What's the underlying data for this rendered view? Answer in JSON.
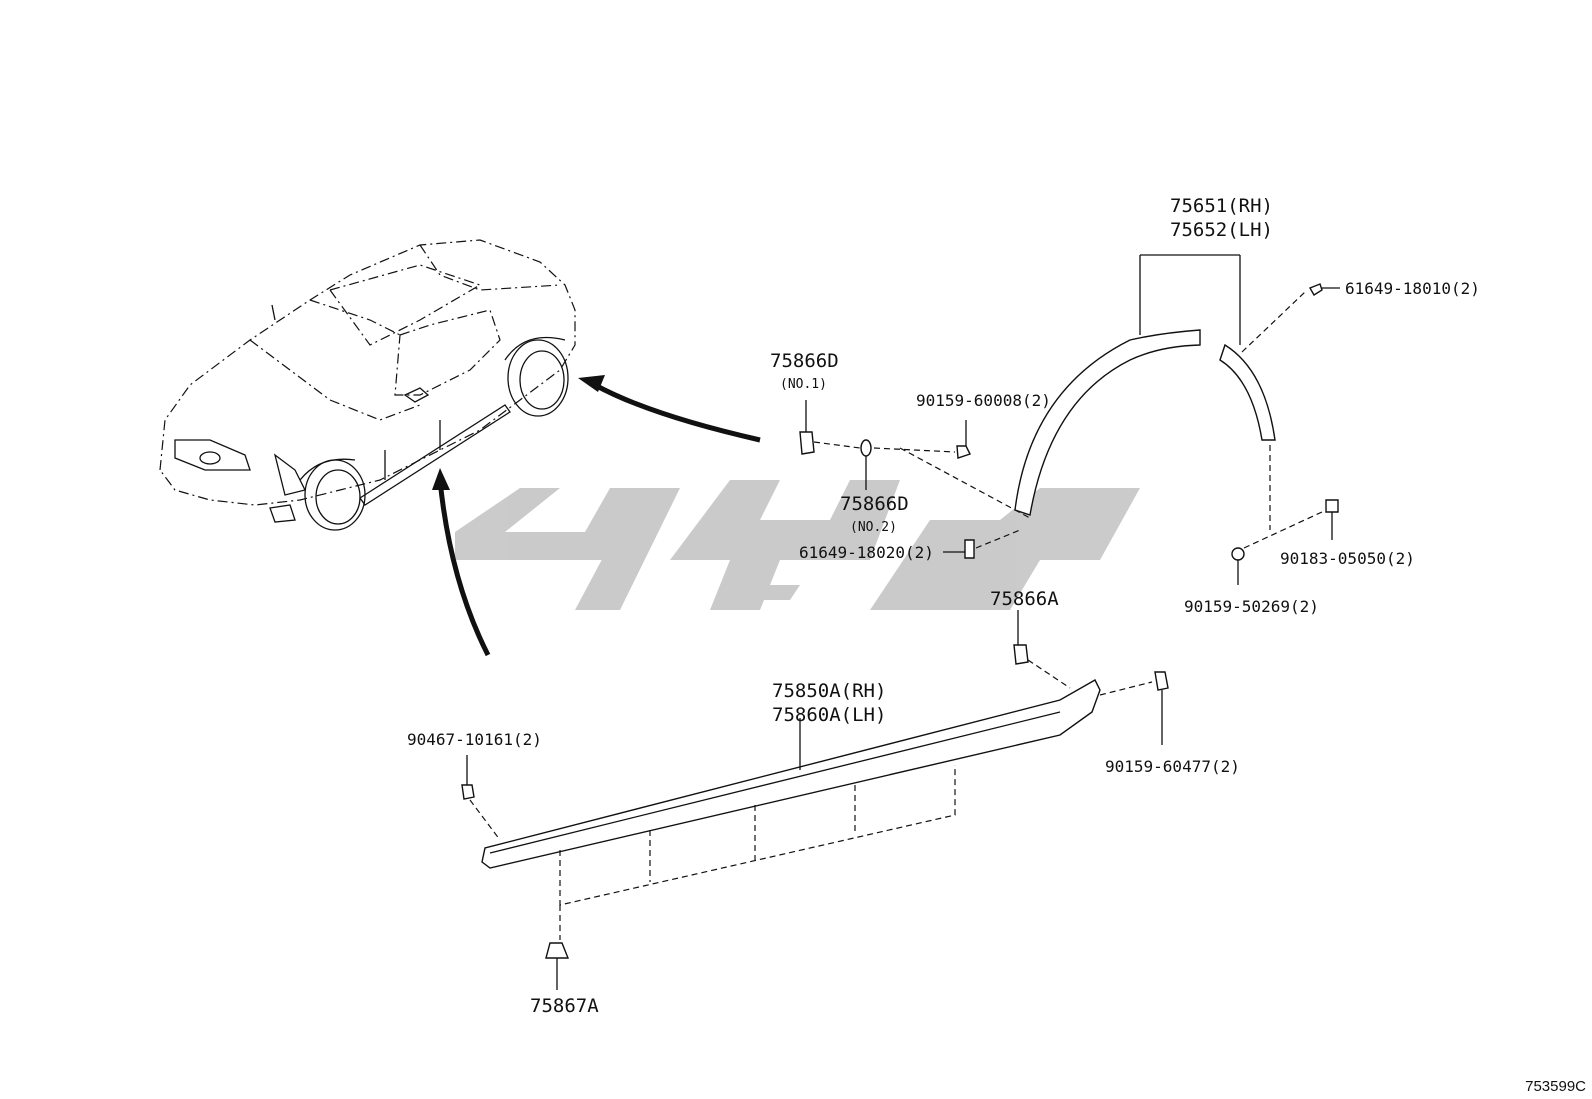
{
  "labels": {
    "fender_flare_rh": "75651(RH)",
    "fender_flare_lh": "75652(LH)",
    "clip_61649_18010": "61649-18010(2)",
    "clip_75866d_no1": "75866D",
    "clip_75866d_no1_sub": "(NO.1)",
    "screw_90159_60008": "90159-60008(2)",
    "clip_75866d_no2": "75866D",
    "clip_75866d_no2_sub": "(NO.2)",
    "clip_61649_18020": "61649-18020(2)",
    "nut_90183_05050": "90183-05050(2)",
    "screw_90159_50269": "90159-50269(2)",
    "clip_75866a": "75866A",
    "rocker_rh": "75850A(RH)",
    "rocker_lh": "75860A(LH)",
    "clip_90467_10161": "90467-10161(2)",
    "screw_90159_60477": "90159-60477(2)",
    "clip_75867a": "75867A"
  },
  "figure_code": "753599C",
  "colors": {
    "ink": "#111111",
    "watermark": "#c8c8c8"
  },
  "icons": {
    "watermark": "brand-watermark-logo"
  }
}
